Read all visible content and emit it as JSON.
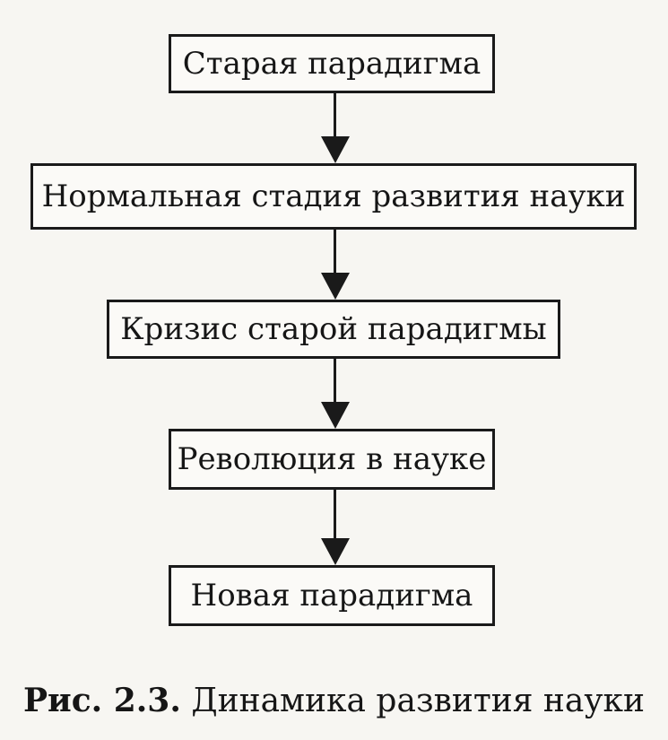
{
  "diagram": {
    "nodes": [
      {
        "id": "n1",
        "label": "Старая парадигма"
      },
      {
        "id": "n2",
        "label": "Нормальная стадия развития науки"
      },
      {
        "id": "n3",
        "label": "Кризис старой парадигмы"
      },
      {
        "id": "n4",
        "label": "Революция в науке"
      },
      {
        "id": "n5",
        "label": "Новая парадигма"
      }
    ],
    "edges": [
      {
        "from": "n1",
        "to": "n2"
      },
      {
        "from": "n2",
        "to": "n3"
      },
      {
        "from": "n3",
        "to": "n4"
      },
      {
        "from": "n4",
        "to": "n5"
      }
    ]
  },
  "caption": {
    "number": "Рис. 2.3.",
    "text": "Динамика развития науки"
  }
}
